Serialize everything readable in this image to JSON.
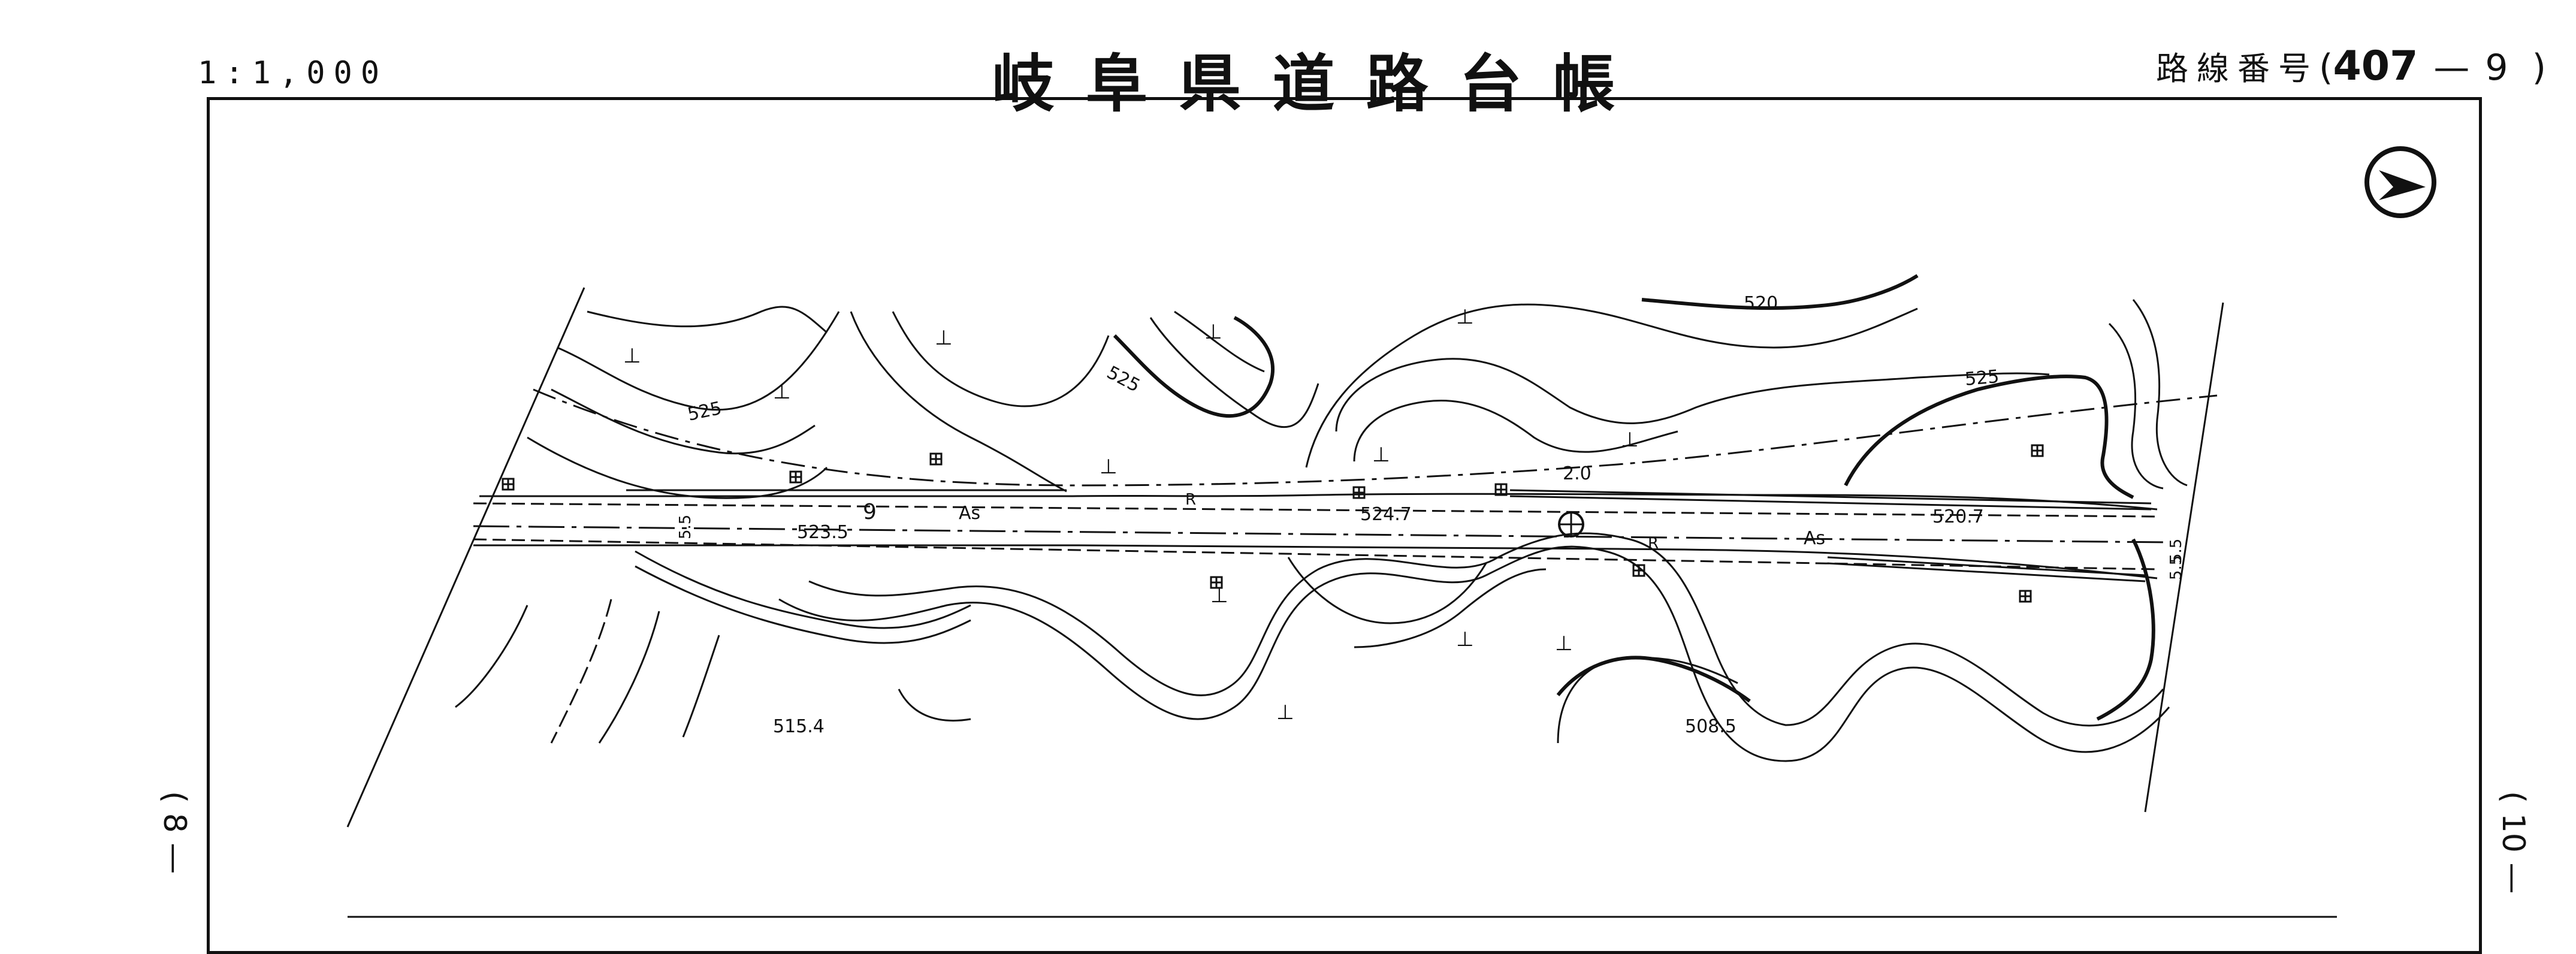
{
  "header": {
    "scale": "1:1,000",
    "title": "岐阜県道路台帳",
    "route_label": "路線番号",
    "route_number_open": "(",
    "route_number": "407",
    "route_dash": "—",
    "sheet_number": "9",
    "route_number_close": ")"
  },
  "margin_refs": {
    "previous_sheet": "( 8 —",
    "next_sheet": "( 10 —"
  },
  "map": {
    "contour_labels": [
      "520",
      "525",
      "525",
      "525"
    ],
    "spot_heights": [
      "523.5",
      "524.7",
      "520.7",
      "515.4",
      "508.5"
    ],
    "pavement_labels": [
      "As",
      "As"
    ],
    "route_mark": "9",
    "width_labels": [
      "5.5",
      "5.5",
      "5.5"
    ],
    "dimension_label": "2.0",
    "guardrail_label": "R"
  },
  "colors": {
    "ink": "#111111",
    "paper": "#ffffff"
  },
  "icons": [
    "north-arrow-icon",
    "benchmark-icon",
    "grass-symbol-icon",
    "building-symbol-icon"
  ]
}
